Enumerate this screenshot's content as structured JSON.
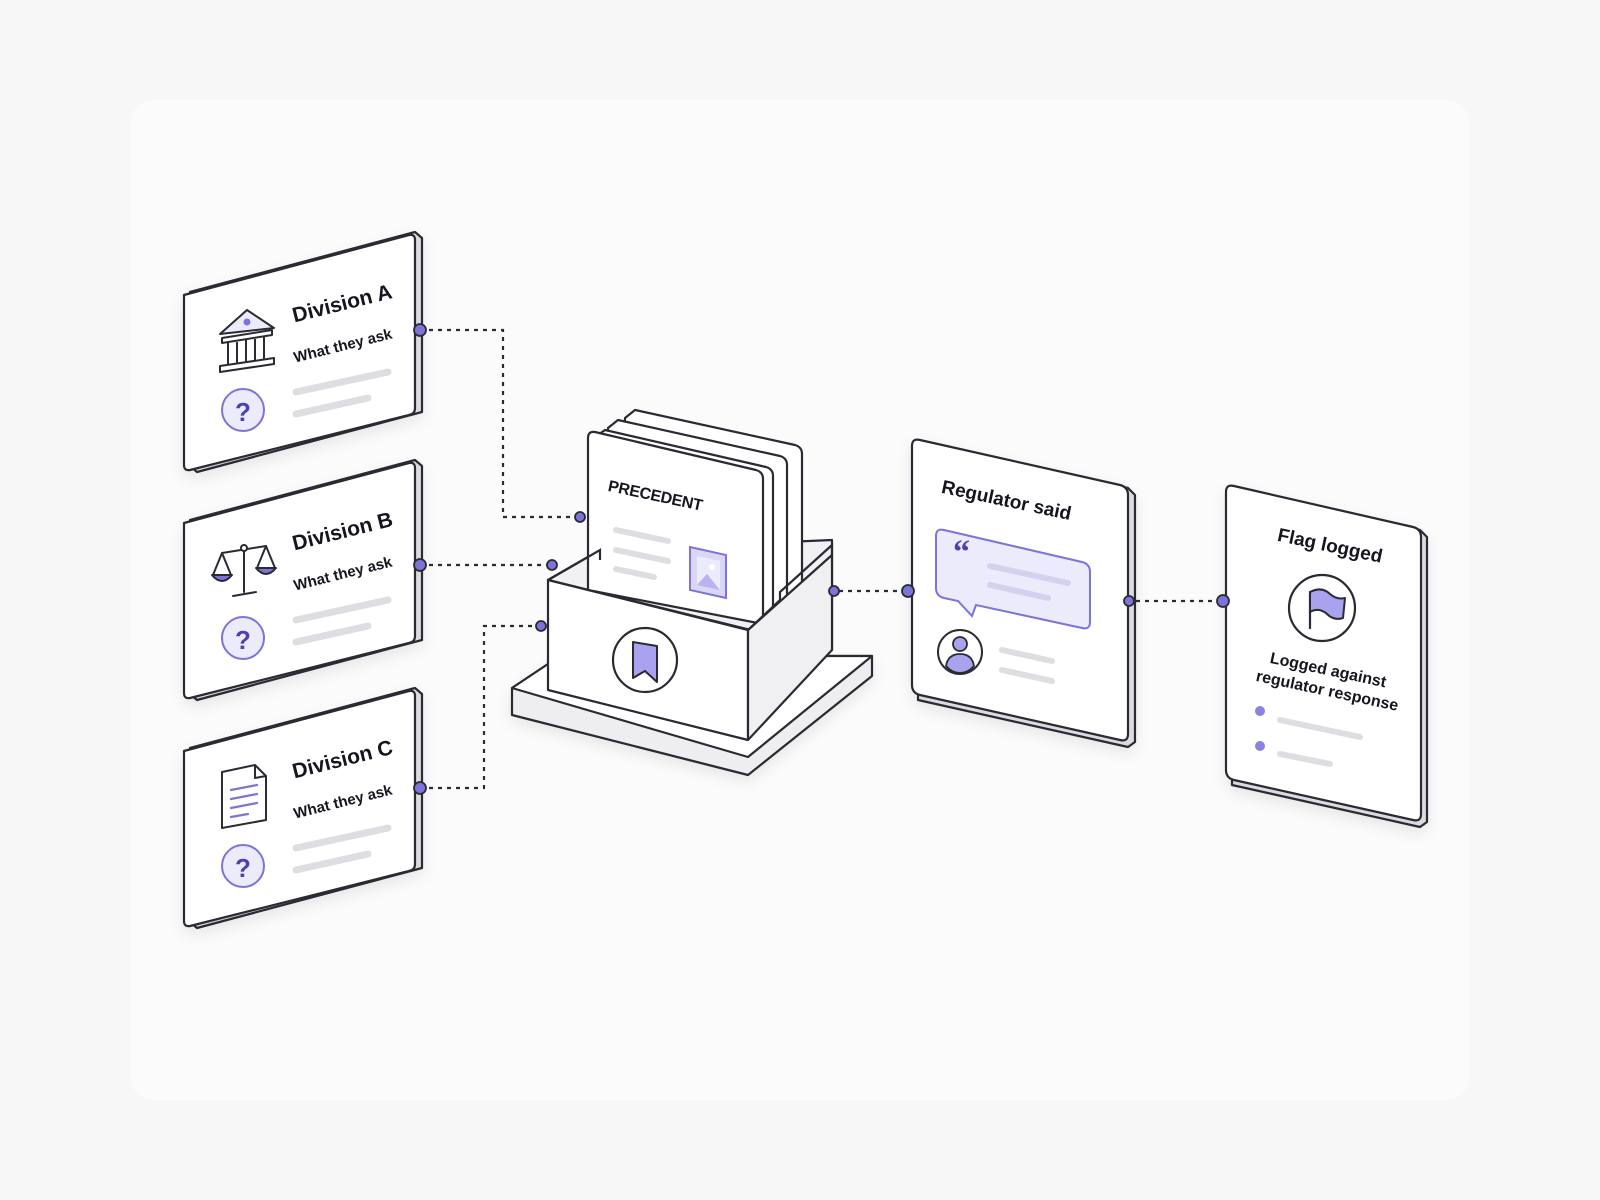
{
  "divisions": [
    {
      "title": "Division A",
      "subtitle": "What they ask",
      "icon": "bank-icon"
    },
    {
      "title": "Division B",
      "subtitle": "What they ask",
      "icon": "scales-icon"
    },
    {
      "title": "Division C",
      "subtitle": "What they ask",
      "icon": "document-icon"
    }
  ],
  "precedent": {
    "label": "PRECEDENT",
    "icon": "bookmark-icon"
  },
  "regulator": {
    "title": "Regulator said",
    "icon": "quote-icon"
  },
  "flag": {
    "title": "Flag logged",
    "caption_line1": "Logged against",
    "caption_line2": "regulator response",
    "icon": "flag-icon"
  },
  "colors": {
    "accent": "#7c74d8",
    "accent_light": "#ecebfb",
    "outline": "#2a2a33",
    "placeholder": "#dedee2"
  }
}
